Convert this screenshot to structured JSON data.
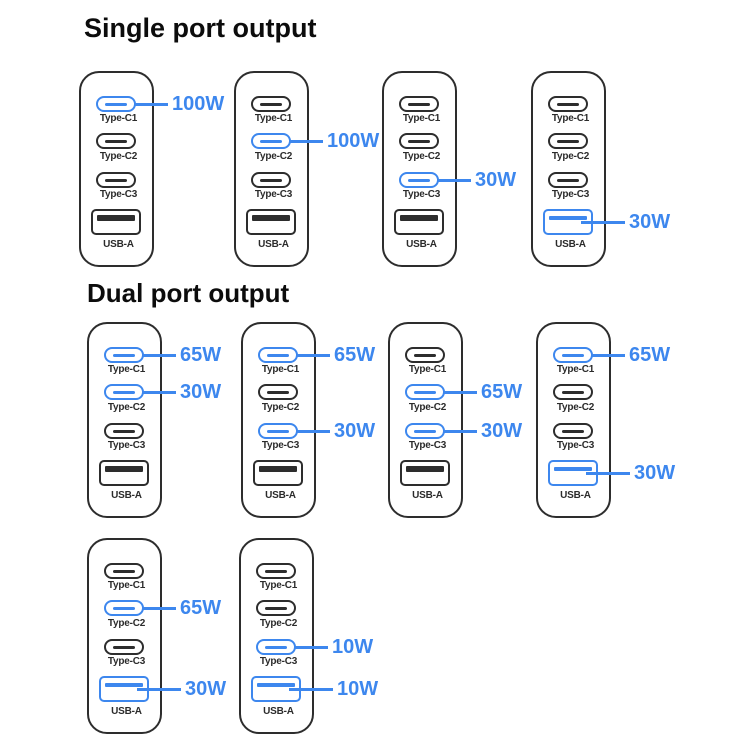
{
  "colors": {
    "background": "#ffffff",
    "accent_blue": "#3d87ee",
    "outline_dark": "#2d2d2d",
    "title_text": "#0c0c0c",
    "port_label_text": "#2b2b2b"
  },
  "sections": [
    {
      "title": "Single port output",
      "chargers": [
        {
          "ports": [
            {
              "label": "Type-C1",
              "type": "type-c",
              "highlighted": true,
              "watt": "100W"
            },
            {
              "label": "Type-C2",
              "type": "type-c",
              "highlighted": false
            },
            {
              "label": "Type-C3",
              "type": "type-c",
              "highlighted": false
            },
            {
              "label": "USB-A",
              "type": "usb-a",
              "highlighted": false
            }
          ]
        },
        {
          "ports": [
            {
              "label": "Type-C1",
              "type": "type-c",
              "highlighted": false
            },
            {
              "label": "Type-C2",
              "type": "type-c",
              "highlighted": true,
              "watt": "100W"
            },
            {
              "label": "Type-C3",
              "type": "type-c",
              "highlighted": false
            },
            {
              "label": "USB-A",
              "type": "usb-a",
              "highlighted": false
            }
          ]
        },
        {
          "ports": [
            {
              "label": "Type-C1",
              "type": "type-c",
              "highlighted": false
            },
            {
              "label": "Type-C2",
              "type": "type-c",
              "highlighted": false
            },
            {
              "label": "Type-C3",
              "type": "type-c",
              "highlighted": true,
              "watt": "30W"
            },
            {
              "label": "USB-A",
              "type": "usb-a",
              "highlighted": false
            }
          ]
        },
        {
          "ports": [
            {
              "label": "Type-C1",
              "type": "type-c",
              "highlighted": false
            },
            {
              "label": "Type-C2",
              "type": "type-c",
              "highlighted": false
            },
            {
              "label": "Type-C3",
              "type": "type-c",
              "highlighted": false
            },
            {
              "label": "USB-A",
              "type": "usb-a",
              "highlighted": true,
              "watt": "30W"
            }
          ]
        }
      ]
    },
    {
      "title": "Dual port output",
      "chargers": [
        {
          "ports": [
            {
              "label": "Type-C1",
              "type": "type-c",
              "highlighted": true,
              "watt": "65W"
            },
            {
              "label": "Type-C2",
              "type": "type-c",
              "highlighted": true,
              "watt": "30W"
            },
            {
              "label": "Type-C3",
              "type": "type-c",
              "highlighted": false
            },
            {
              "label": "USB-A",
              "type": "usb-a",
              "highlighted": false
            }
          ]
        },
        {
          "ports": [
            {
              "label": "Type-C1",
              "type": "type-c",
              "highlighted": true,
              "watt": "65W"
            },
            {
              "label": "Type-C2",
              "type": "type-c",
              "highlighted": false
            },
            {
              "label": "Type-C3",
              "type": "type-c",
              "highlighted": true,
              "watt": "30W"
            },
            {
              "label": "USB-A",
              "type": "usb-a",
              "highlighted": false
            }
          ]
        },
        {
          "ports": [
            {
              "label": "Type-C1",
              "type": "type-c",
              "highlighted": false
            },
            {
              "label": "Type-C2",
              "type": "type-c",
              "highlighted": true,
              "watt": "65W"
            },
            {
              "label": "Type-C3",
              "type": "type-c",
              "highlighted": true,
              "watt": "30W"
            },
            {
              "label": "USB-A",
              "type": "usb-a",
              "highlighted": false
            }
          ]
        },
        {
          "ports": [
            {
              "label": "Type-C1",
              "type": "type-c",
              "highlighted": true,
              "watt": "65W"
            },
            {
              "label": "Type-C2",
              "type": "type-c",
              "highlighted": false
            },
            {
              "label": "Type-C3",
              "type": "type-c",
              "highlighted": false
            },
            {
              "label": "USB-A",
              "type": "usb-a",
              "highlighted": true,
              "watt": "30W"
            }
          ]
        },
        {
          "ports": [
            {
              "label": "Type-C1",
              "type": "type-c",
              "highlighted": false
            },
            {
              "label": "Type-C2",
              "type": "type-c",
              "highlighted": true,
              "watt": "65W"
            },
            {
              "label": "Type-C3",
              "type": "type-c",
              "highlighted": false
            },
            {
              "label": "USB-A",
              "type": "usb-a",
              "highlighted": true,
              "watt": "30W"
            }
          ]
        },
        {
          "ports": [
            {
              "label": "Type-C1",
              "type": "type-c",
              "highlighted": false
            },
            {
              "label": "Type-C2",
              "type": "type-c",
              "highlighted": false
            },
            {
              "label": "Type-C3",
              "type": "type-c",
              "highlighted": true,
              "watt": "10W"
            },
            {
              "label": "USB-A",
              "type": "usb-a",
              "highlighted": true,
              "watt": "10W"
            }
          ]
        }
      ]
    }
  ]
}
